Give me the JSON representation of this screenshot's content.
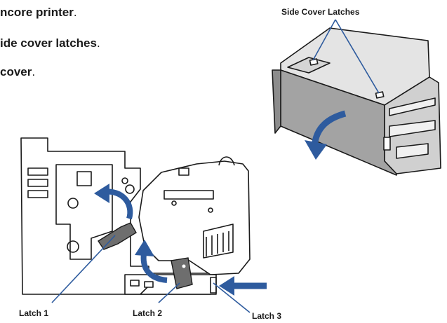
{
  "instructions": [
    {
      "prefix": "",
      "bold": "ncore printer",
      "suffix": "."
    },
    {
      "prefix": "",
      "bold": "ide cover latches",
      "suffix": "."
    },
    {
      "prefix": "",
      "bold": " cover",
      "suffix": "."
    }
  ],
  "labels": {
    "side_cover_latches": "Side Cover Latches",
    "latch_1": "Latch 1",
    "latch_2": "Latch 2",
    "latch_3": "Latch 3"
  },
  "colors": {
    "arrow": "#2e5b9e",
    "outline": "#1a1a1a",
    "printer_body": "#d9d9d9",
    "printer_front": "#9e9e9e",
    "latch": "#6e6e6e"
  }
}
